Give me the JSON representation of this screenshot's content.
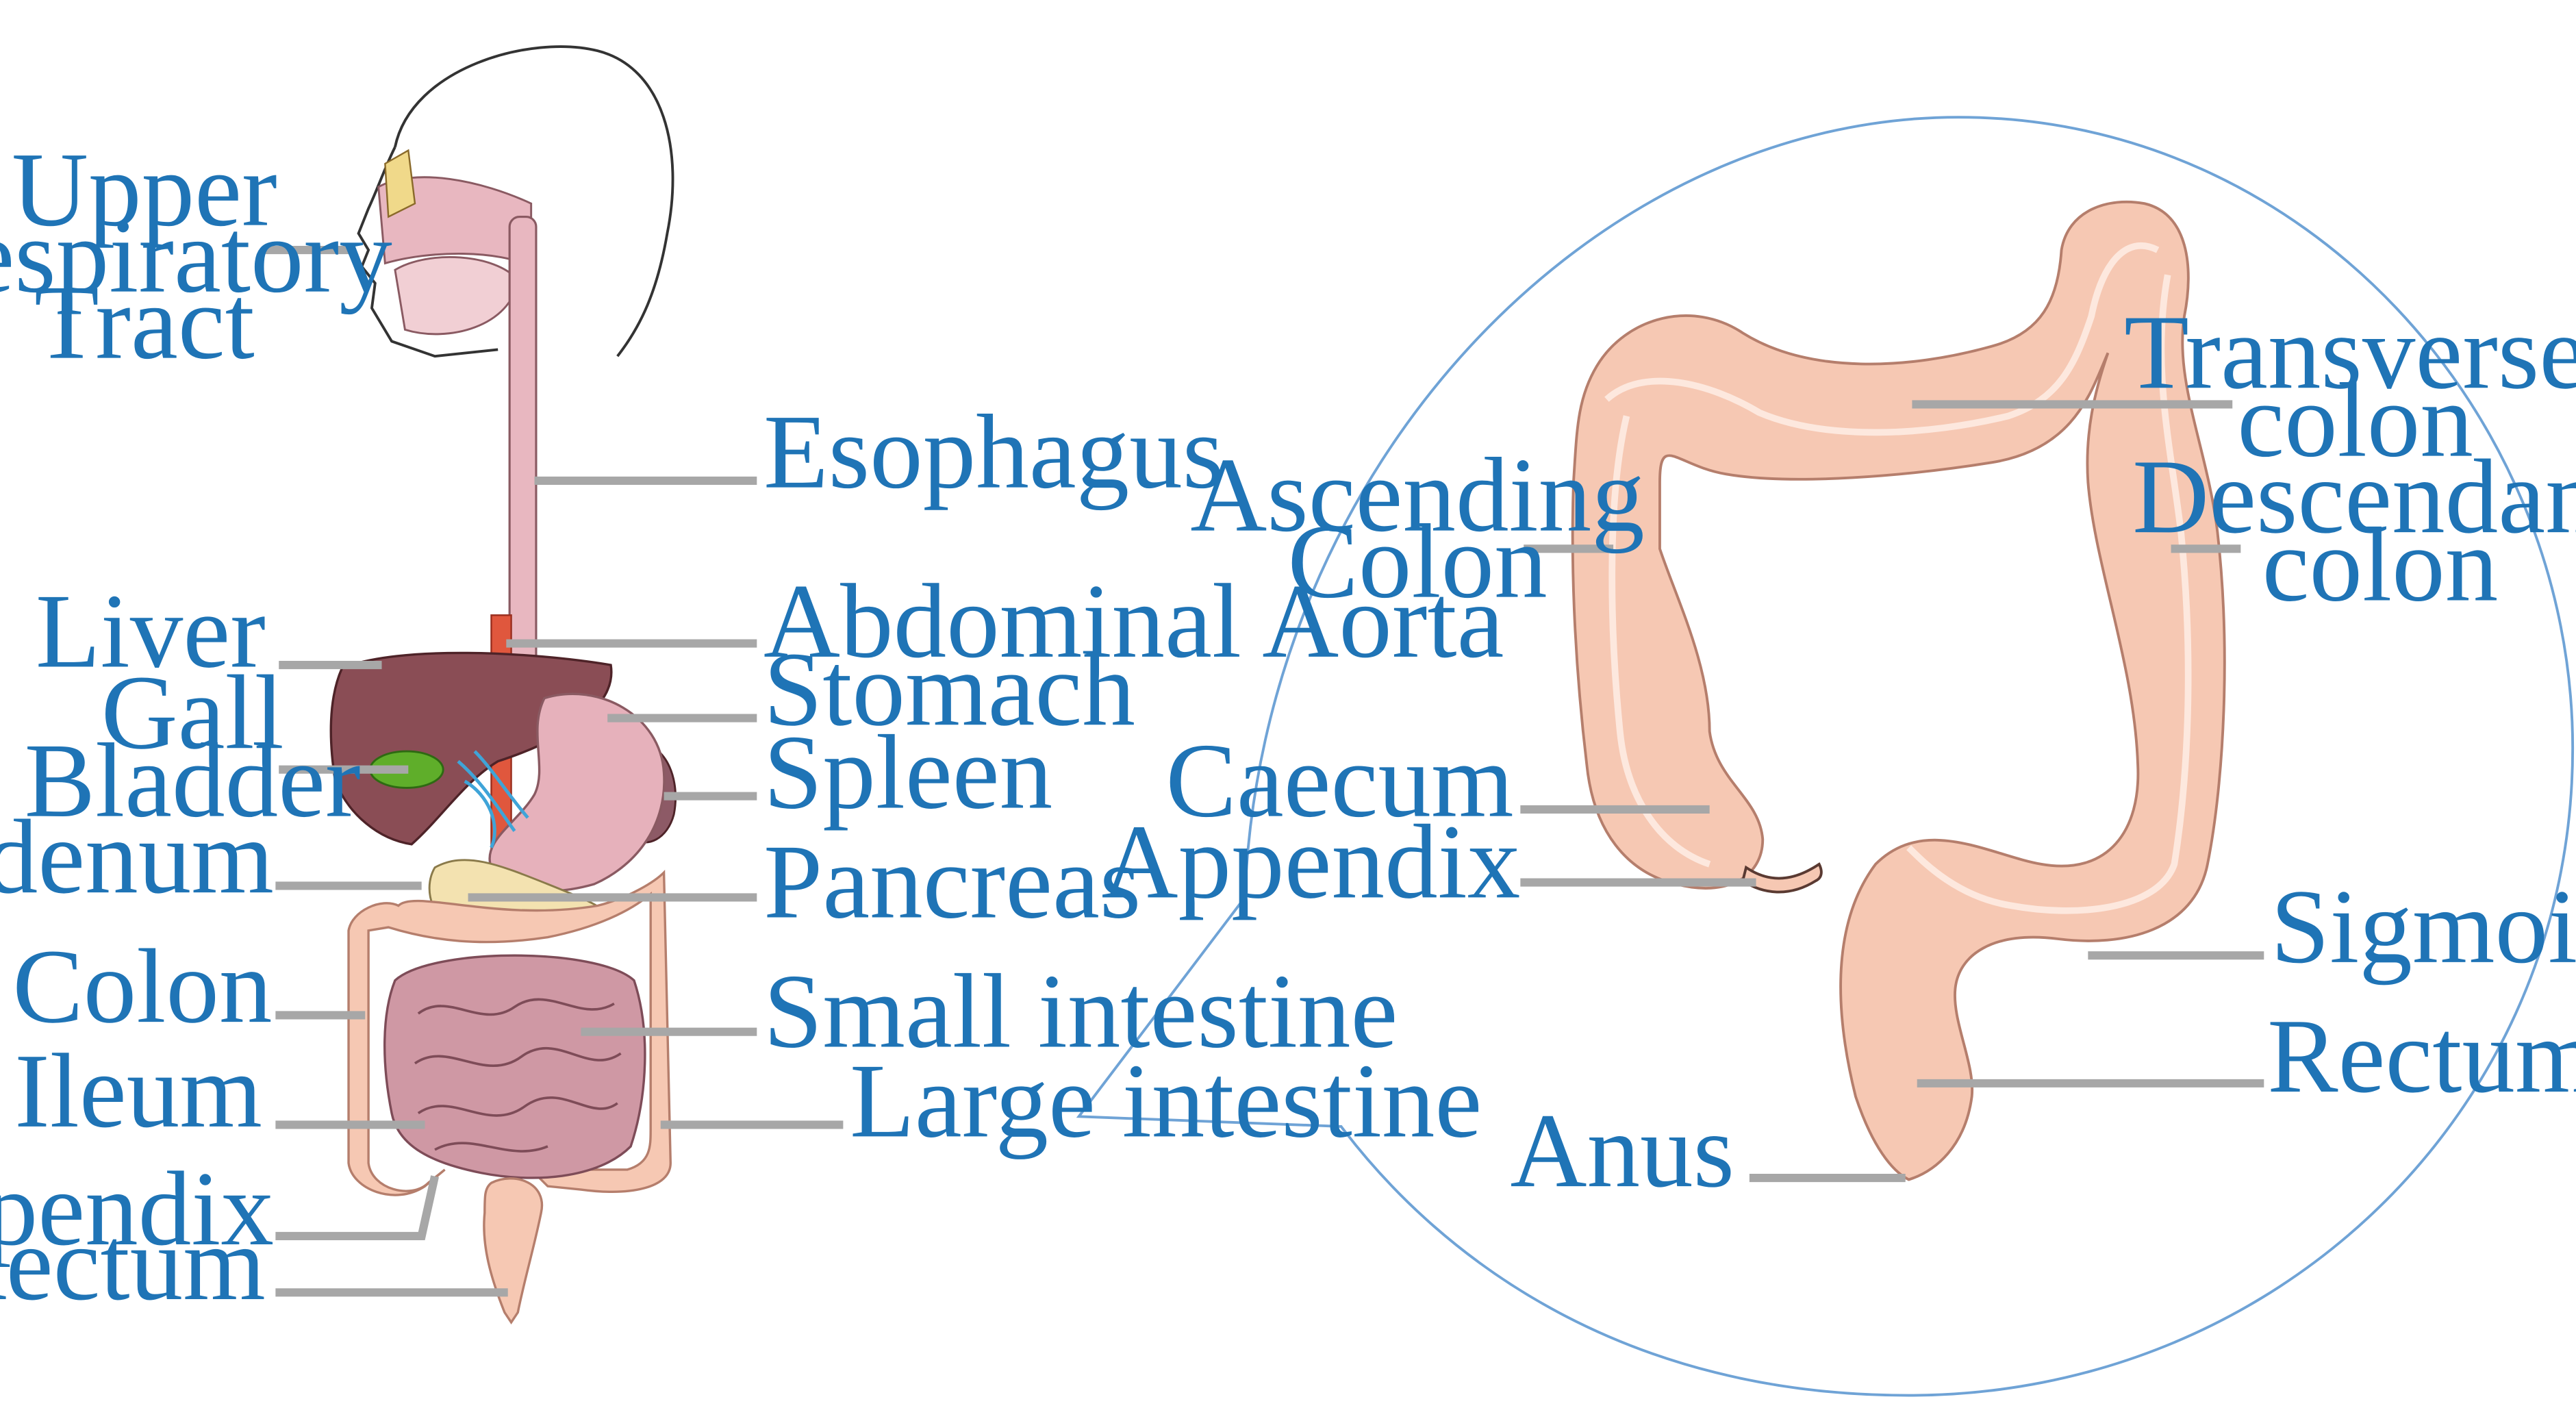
{
  "colors": {
    "label": "#1f74b6",
    "leader": "#a7a7a7",
    "callout": "#6fa3d6",
    "colon": "#f6c8b3",
    "colon_dark": "#e5a58f",
    "stomach": "#e6b1bb",
    "liver": "#8a4d55",
    "esophagus": "#e8b7c0",
    "gall_bladder": "#5fae2a",
    "aorta": "#e0573d",
    "small_intestine": "#cf98a4",
    "pancreas": "#f3e2b0"
  },
  "left_labels": {
    "upper_respiratory": [
      "Upper",
      "Respiratory",
      "Tract"
    ],
    "esophagus": "Esophagus",
    "liver": "Liver",
    "abdominal_aorta": "Abdominal Aorta",
    "stomach": "Stomach",
    "gall_bladder": [
      "Gall",
      "Bladder"
    ],
    "spleen": "Spleen",
    "duodenum": "Duodenum",
    "pancreas": "Pancreas",
    "colon": "Colon",
    "small_intestine": "Small intestine",
    "ileum": "Ileum",
    "large_intestine": "Large intestine",
    "appendix": "Appendix",
    "rectum": "Rectum"
  },
  "right_labels": {
    "transverse_colon": [
      "Transverse",
      "colon"
    ],
    "ascending_colon": [
      "Ascending",
      "Colon"
    ],
    "descendant_colon": [
      "Descendant",
      "colon"
    ],
    "caecum": "Caecum",
    "appendix": "Appendix",
    "sigmoid": "Sigmoid",
    "rectum": "Rectum",
    "anus": "Anus"
  }
}
